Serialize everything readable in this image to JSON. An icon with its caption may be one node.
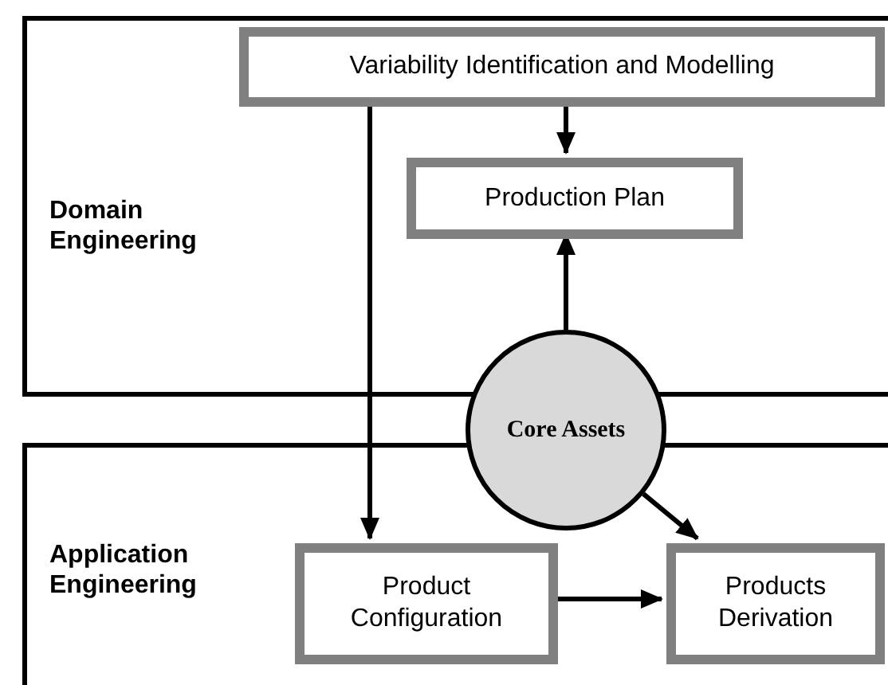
{
  "diagram": {
    "nodes": [
      {
        "text": [
          "Domain Engineering"
        ]
      },
      {
        "text": [
          "Variability Identification and Modelling"
        ],
        "in": 0
      },
      {
        "text": [
          "Production Plan"
        ],
        "in": 0
      },
      {
        "text": [
          "Core Assets"
        ]
      },
      {
        "text": [
          "Application Engineering"
        ]
      },
      {
        "text": [
          "Product Configuration"
        ],
        "in": 4
      },
      {
        "text": [
          "Products Derivation"
        ],
        "in": 4
      }
    ],
    "edges": [
      {
        "from": 1,
        "to": 2,
        "arrow": "to"
      },
      {
        "from": 1,
        "to": 5,
        "arrow": "to"
      },
      {
        "from": 3,
        "to": 2,
        "arrow": "to"
      },
      {
        "from": 3,
        "to": 6,
        "arrow": "to"
      },
      {
        "from": 5,
        "to": 6,
        "arrow": "to"
      }
    ]
  }
}
